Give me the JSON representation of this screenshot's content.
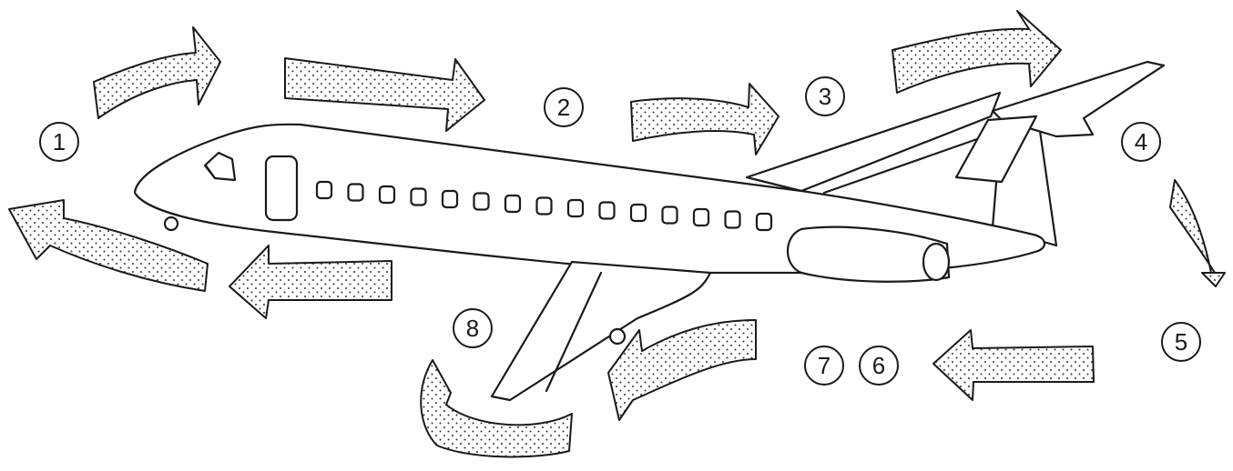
{
  "diagram": {
    "callouts": [
      "1",
      "2",
      "3",
      "4",
      "5",
      "6",
      "7",
      "8"
    ],
    "arrow_direction": "clockwise"
  }
}
